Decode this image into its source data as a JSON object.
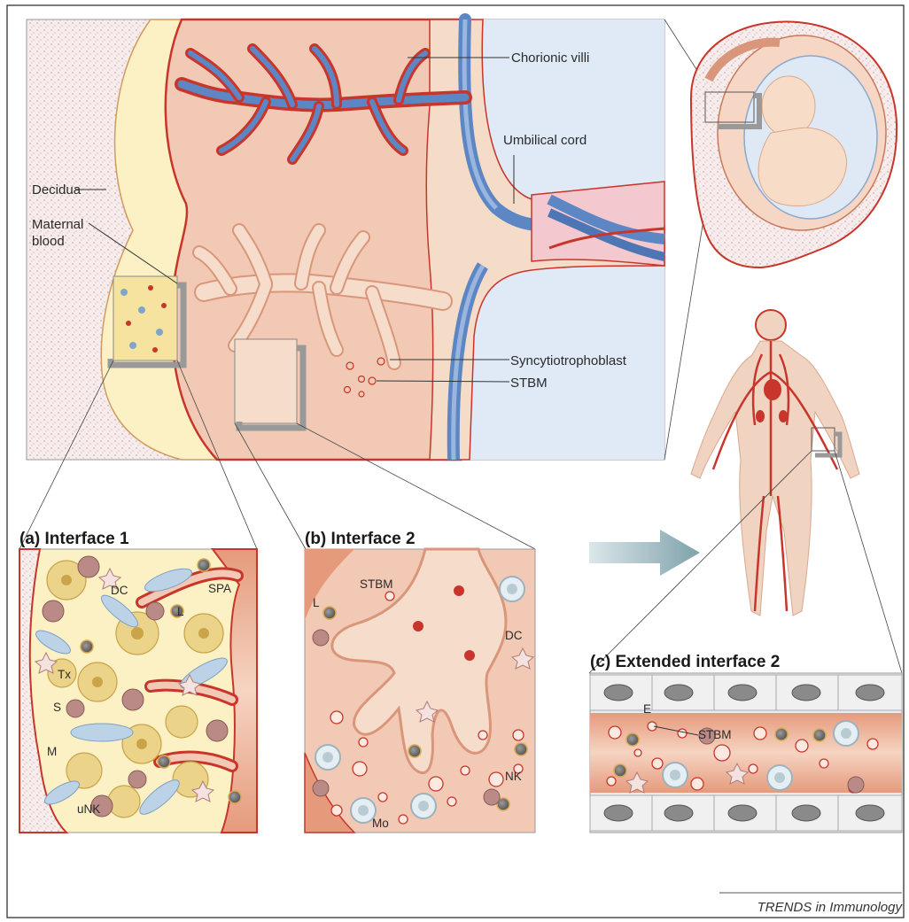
{
  "main_labels": {
    "chorionic_villi": "Chorionic villi",
    "umbilical_cord": "Umbilical cord",
    "decidua": "Decidua",
    "maternal_blood_line1": "Maternal",
    "maternal_blood_line2": "blood",
    "syncytiotrophoblast": "Syncytiotrophoblast",
    "stbm": "STBM"
  },
  "panel_a": {
    "title": "(a) Interface 1",
    "labels": {
      "dc": "DC",
      "spa": "SPA",
      "l": "L",
      "tx": "Tx",
      "s": "S",
      "m": "M",
      "unk": "uNK"
    }
  },
  "panel_b": {
    "title": "(b) Interface 2",
    "labels": {
      "stbm": "STBM",
      "l": "L",
      "dc": "DC",
      "nk": "NK",
      "mo": "Mo"
    }
  },
  "panel_c": {
    "title": "(c) Extended interface 2",
    "labels": {
      "e": "E",
      "stbm": "STBM"
    }
  },
  "credit": "TRENDS in Immunology",
  "colors": {
    "tissue_pink": "#f2c9b4",
    "decidua_yellow": "#fbf1c4",
    "vessel_red": "#c8352b",
    "vessel_blue": "#5d86c4",
    "fluid_blue": "#dfeaf6",
    "speckle": "#e9d4d4",
    "arrow": "#8fb0b8"
  },
  "icons": [
    "uterus-fetus-illustration",
    "human-circulation-figure",
    "direction-arrow"
  ]
}
